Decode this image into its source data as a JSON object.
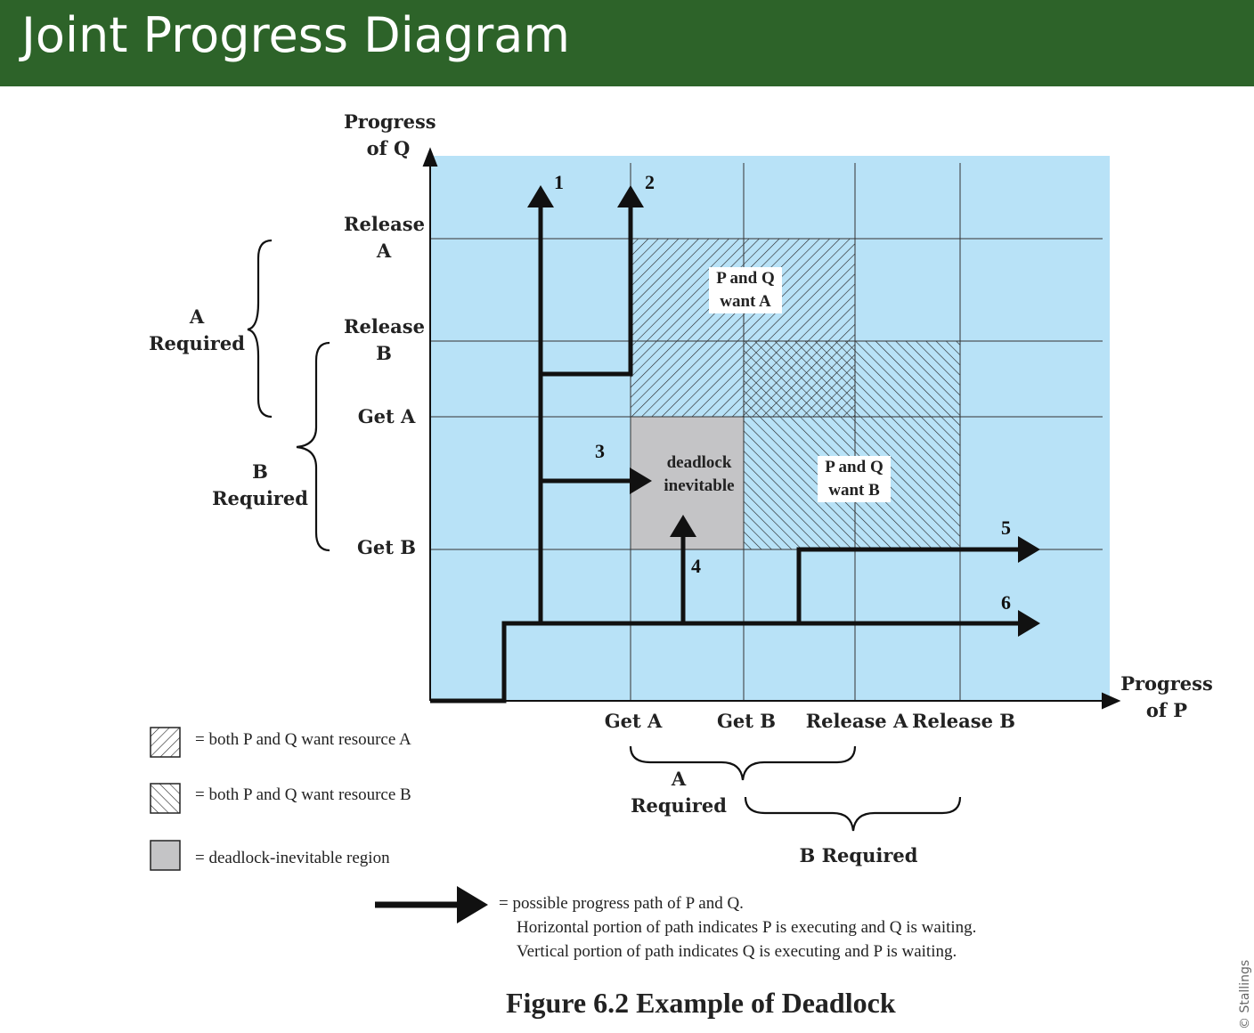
{
  "header": {
    "title": "Joint Progress Diagram"
  },
  "axes": {
    "y_label": "Progress of Q",
    "x_label": "Progress of P",
    "y_ticks": [
      "Release A",
      "Release B",
      "Get A",
      "Get B"
    ],
    "x_ticks": [
      "Get A",
      "Get B",
      "Release A",
      "Release B"
    ]
  },
  "braces": {
    "a_required_q": "A Required",
    "b_required_q": "B Required",
    "a_required_p": "A Required",
    "b_required_p": "B Required"
  },
  "regions": {
    "want_a": "P and Q want A",
    "want_b": "P and Q want B",
    "deadlock": "deadlock inevitable"
  },
  "paths": [
    "1",
    "2",
    "3",
    "4",
    "5",
    "6"
  ],
  "legend": {
    "hatch_a": "= both P and Q want resource A",
    "hatch_b": "= both P and Q want resource B",
    "gray": "= deadlock-inevitable region",
    "arrow_1": "= possible progress path of P and Q.",
    "arrow_2": "Horizontal portion of path indicates P is executing and Q is waiting.",
    "arrow_3": "Vertical portion of path indicates Q is executing and P is waiting."
  },
  "caption": "Figure 6.2   Example of Deadlock",
  "credit": "© Stallings",
  "colors": {
    "header": "#2d6329",
    "plot_bg": "#b8e2f7",
    "deadlock": "#c4c4c6"
  }
}
